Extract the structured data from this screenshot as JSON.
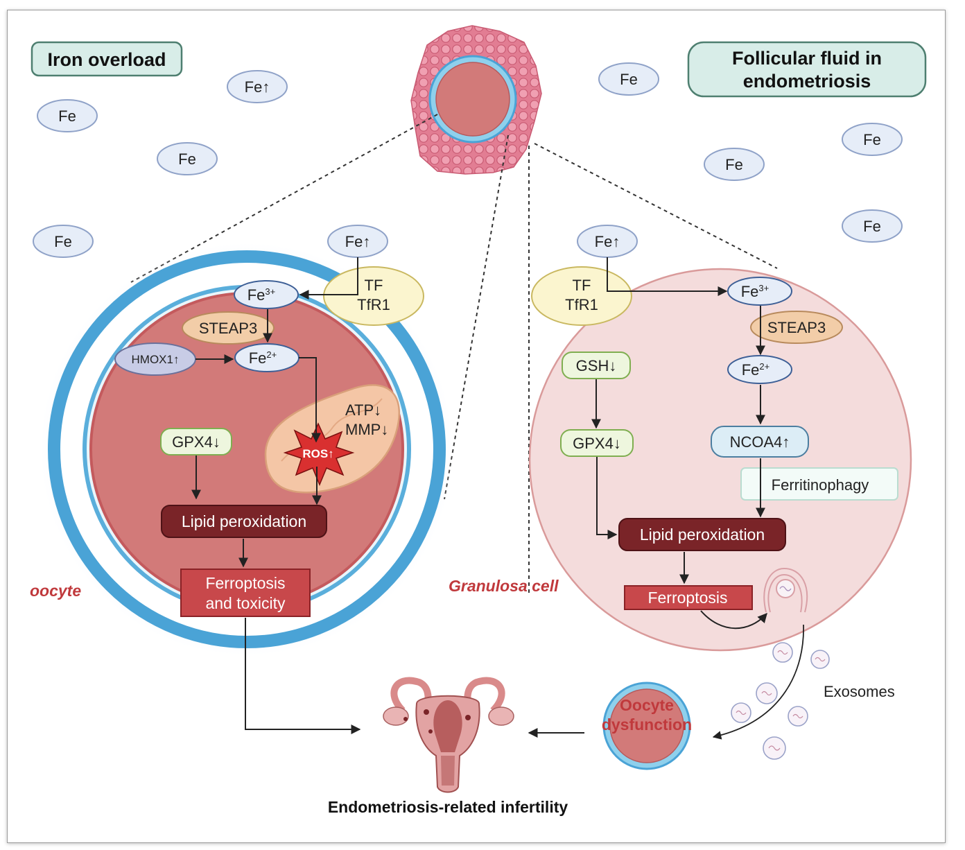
{
  "titles": {
    "iron_overload": "Iron overload",
    "follicular_fluid_line1": "Follicular fluid in",
    "follicular_fluid_line2": "endometriosis"
  },
  "iron_labels": {
    "fe": "Fe",
    "fe_up": "Fe↑"
  },
  "oocyte": {
    "label": "oocyte",
    "tf": "TF",
    "tfr1": "TfR1",
    "fe3": "Fe",
    "fe3_sup": "3+",
    "steap3": "STEAP3",
    "hmox1": "HMOX1↑",
    "fe2": "Fe",
    "fe2_sup": "2+",
    "atp": "ATP↓",
    "mmp": "MMP↓",
    "ros": "ROS↑",
    "gpx4": "GPX4↓",
    "lipid": "Lipid peroxidation",
    "ferroptosis_line1": "Ferroptosis",
    "ferroptosis_line2": "and toxicity"
  },
  "granulosa": {
    "label": "Granulosa cell",
    "tf": "TF",
    "tfr1": "TfR1",
    "fe3": "Fe",
    "fe3_sup": "3+",
    "steap3": "STEAP3",
    "fe2": "Fe",
    "fe2_sup": "2+",
    "gsh": "GSH↓",
    "gpx4": "GPX4↓",
    "ncoa4": "NCOA4↑",
    "ferritinophagy": "Ferritinophagy",
    "lipid": "Lipid peroxidation",
    "ferroptosis": "Ferroptosis"
  },
  "exosomes": "Exosomes",
  "oocyte_dysfunction_line1": "Oocyte",
  "oocyte_dysfunction_line2": "dysfunction",
  "outcome": "Endometriosis-related infertility",
  "colors": {
    "fe_fill": "#e6edf8",
    "fe_stroke": "#8fa2c8",
    "title_fill": "#d8ede8",
    "title_stroke": "#4e7f70",
    "zona_blue": "#4aa3d6",
    "oocyte_fill": "#d27a79",
    "granulosa_fill": "#f4dcdc",
    "dark_red": "#7a2428",
    "ferroptosis_red": "#c8484b",
    "label_red": "#c0393c",
    "gpx4_fill": "#eef6de",
    "tf_fill": "#fbf5cf",
    "steap3_fill": "#f2cda8",
    "hmox1_fill": "#c8cce6",
    "ncoa4_fill": "#dcedf6",
    "mito_fill": "#f4c6a6",
    "ros_red": "#d93030"
  }
}
